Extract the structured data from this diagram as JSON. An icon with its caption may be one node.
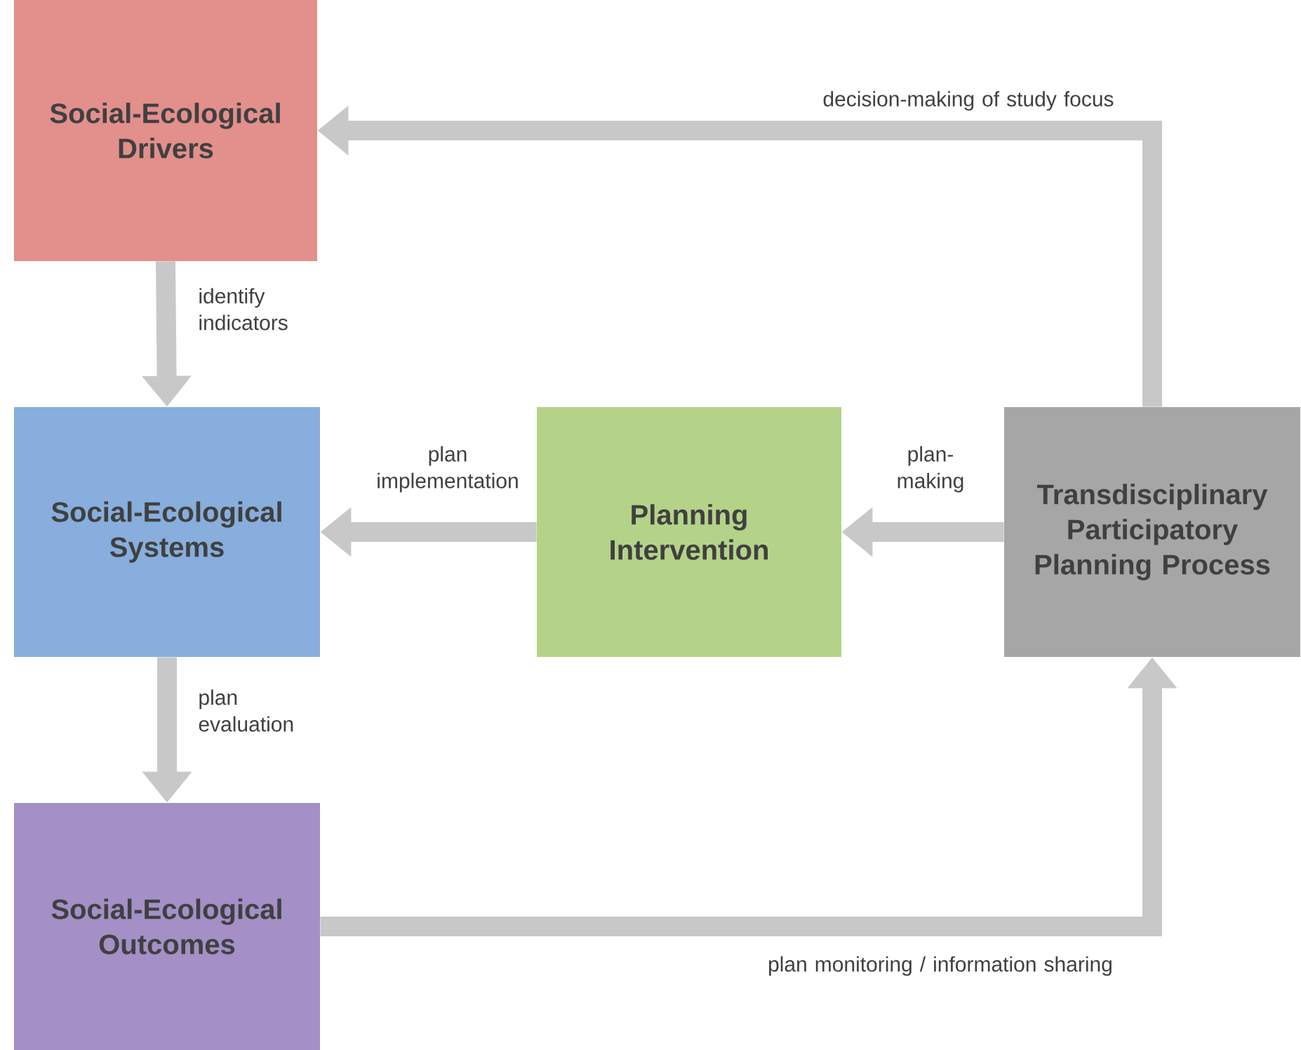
{
  "diagram": {
    "nodes": [
      {
        "text": [
          "Social-Ecological Drivers"
        ]
      },
      {
        "text": [
          "Social-Ecological Systems"
        ]
      },
      {
        "text": [
          "Social-Ecological Outcomes"
        ]
      },
      {
        "text": [
          "Planning Intervention"
        ]
      },
      {
        "text": [
          "Transdisciplinary Participatory Planning Process"
        ]
      }
    ],
    "edges": [
      {
        "from": 0,
        "to": 1,
        "arrow": "to",
        "label": "identify indicators"
      },
      {
        "from": 1,
        "to": 2,
        "arrow": "to",
        "label": "plan evaluation"
      },
      {
        "from": 3,
        "to": 1,
        "arrow": "to",
        "label": "plan implementation"
      },
      {
        "from": 4,
        "to": 3,
        "arrow": "to",
        "label": "plan-making"
      },
      {
        "from": 4,
        "to": 0,
        "arrow": "to",
        "label": "decision-making of study focus"
      },
      {
        "from": 2,
        "to": 4,
        "arrow": "to",
        "label": "plan monitoring / information sharing"
      }
    ]
  }
}
